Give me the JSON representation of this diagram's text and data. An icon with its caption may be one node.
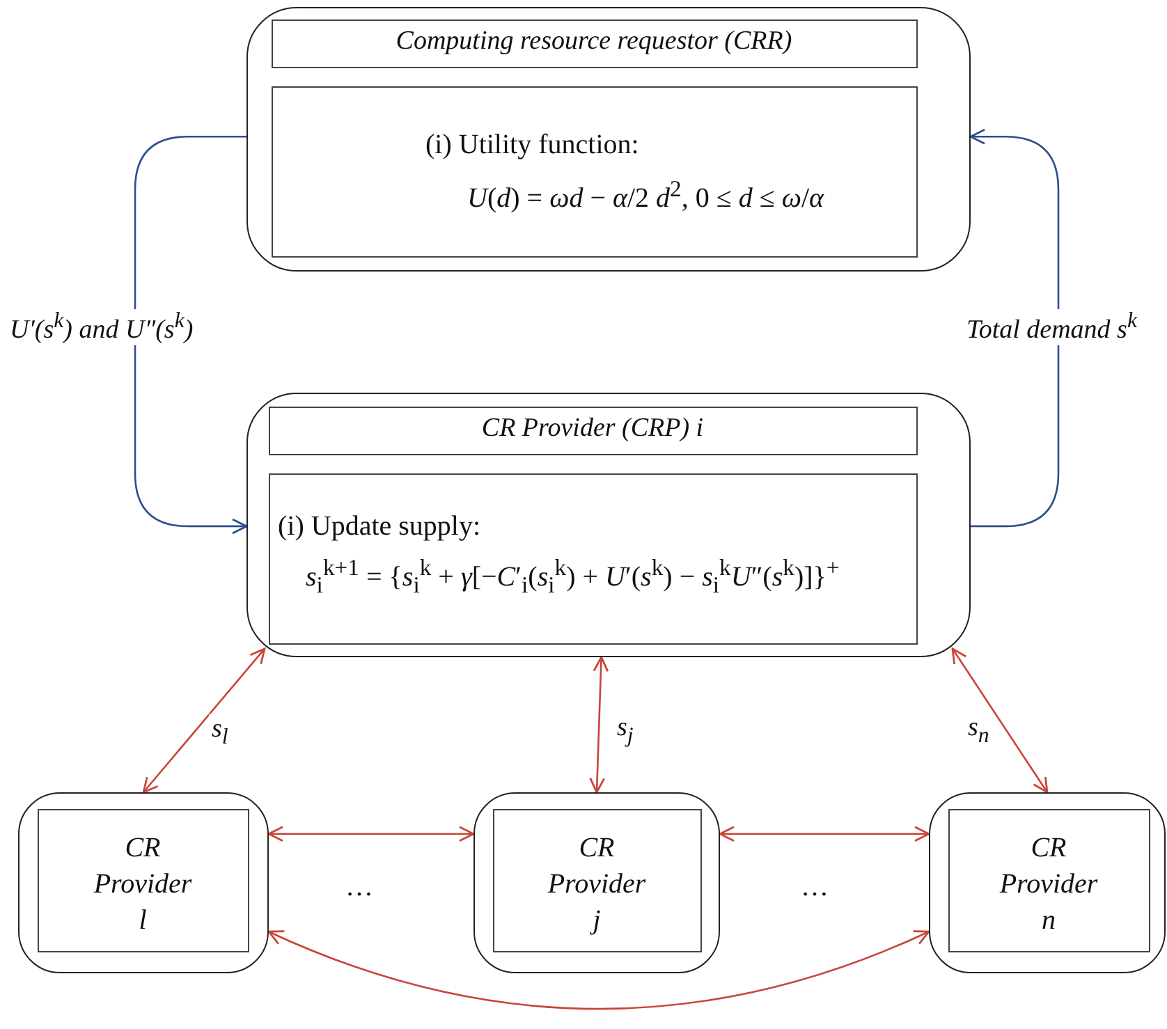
{
  "diagram": {
    "nodes": [
      {
        "text": [],
        "shape": "box"
      },
      {
        "text": [
          "Computing resource requestor (CRR)"
        ],
        "in": 0
      },
      {
        "text": [
          "(i) Utility function:",
          "*U*(*d*) = *ωd* − *α*/2 *d*$^{2}$, 0 ≤ *d* ≤ *ω*/*α*"
        ],
        "in": 0
      },
      {
        "text": [],
        "shape": "box"
      },
      {
        "text": [
          "CR Provider (CRP) i"
        ],
        "in": 3
      },
      {
        "text": [
          "(i) Update supply:",
          "*s*$_{i}$$^{k+1}$ = {*s*$_{i}$$^{k}$ + *γ*[−*C*′$_{i}$(*s*$_{i}$$^{k}$) + *U*′(*s*$^{k}$) − *s*$_{i}$$^{k}$*U*″(*s*$^{k}$)]}$^{+}$"
        ],
        "in": 3
      },
      {
        "text": [],
        "shape": "box"
      },
      {
        "text": [
          "CR Provider l"
        ],
        "in": 6
      },
      {
        "text": [],
        "shape": "box"
      },
      {
        "text": [
          "CR Provider j"
        ],
        "in": 8
      },
      {
        "text": [],
        "shape": "box"
      },
      {
        "text": [
          "CR Provider n"
        ],
        "in": 10
      }
    ],
    "edges": [
      {
        "from": 0,
        "to": 3,
        "arrow": "to",
        "label": "U′(s$^{k}$) and U″(s$^{k}$)",
        "color": "#2b4f8c"
      },
      {
        "from": 3,
        "to": 0,
        "arrow": "to",
        "label": "Total demand s$^{k}$",
        "color": "#2b4f8c"
      },
      {
        "from": 3,
        "to": 6,
        "arrow": "both",
        "label": "s$_{l}$"
      },
      {
        "from": 3,
        "to": 8,
        "arrow": "both",
        "label": "s$_{j}$"
      },
      {
        "from": 3,
        "to": 10,
        "arrow": "both",
        "label": "s$_{n}$"
      },
      {
        "from": 6,
        "to": 8,
        "arrow": "both"
      },
      {
        "from": 8,
        "to": 10,
        "arrow": "both"
      },
      {
        "from": 6,
        "to": 10,
        "arrow": "both"
      }
    ],
    "labels": [
      "…",
      "…"
    ]
  }
}
